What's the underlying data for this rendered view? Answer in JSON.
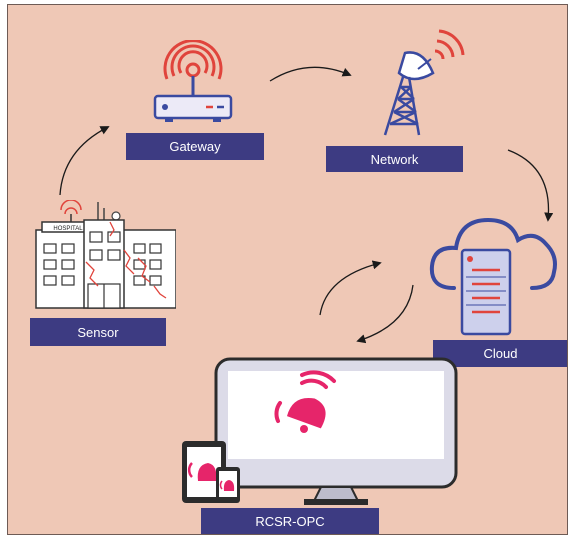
{
  "nodes": {
    "gateway": {
      "label": "Gateway",
      "icon": "router-icon"
    },
    "network": {
      "label": "Network",
      "icon": "antenna-tower-icon"
    },
    "cloud": {
      "label": "Cloud",
      "icon": "cloud-server-icon"
    },
    "sensor": {
      "label": "Sensor",
      "icon": "damaged-building-icon"
    },
    "app": {
      "label": "RCSR-OPC",
      "icon": "monitor-alarm-icon"
    }
  },
  "building_sign": "HOSPITAL",
  "colors": {
    "background": "#efc8b6",
    "label_bg": "#3d3b82",
    "accent_pink": "#e6256a",
    "signal_red": "#e0443c",
    "outline_blue": "#3a4aa0"
  }
}
